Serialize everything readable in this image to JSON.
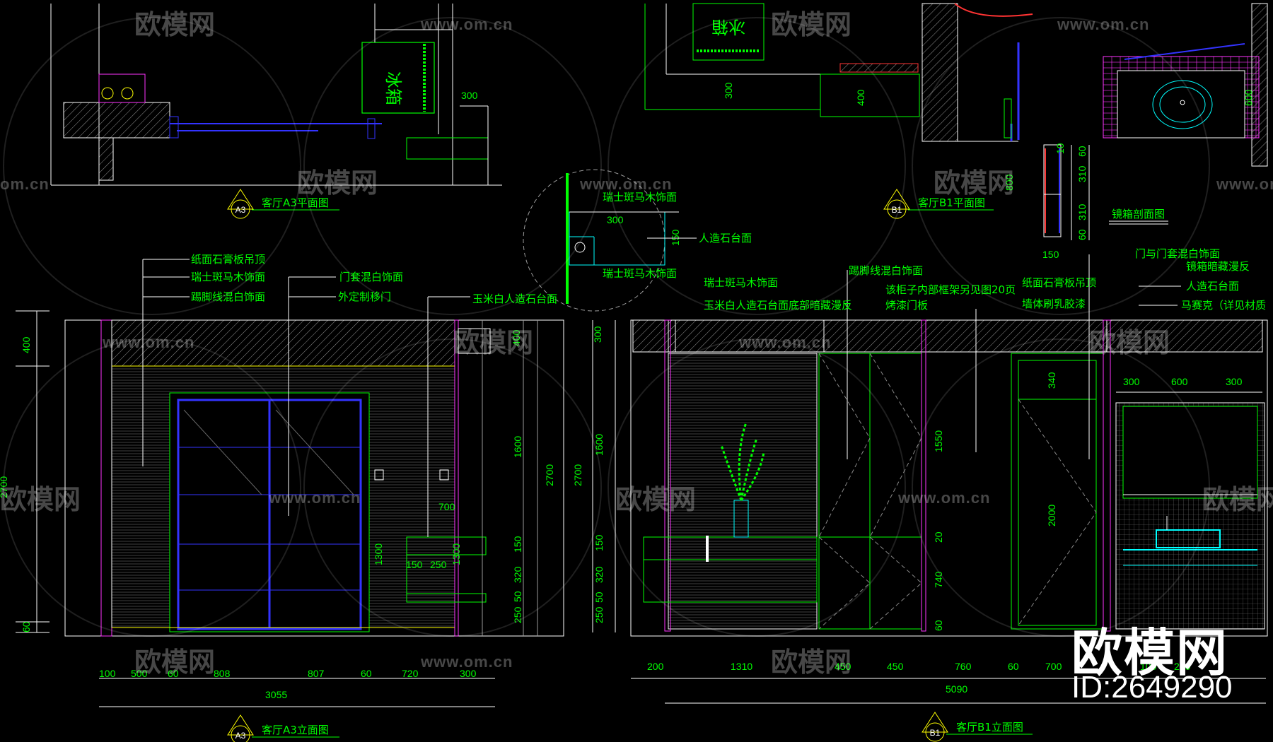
{
  "titles": {
    "a3_plan": "客厅A3平面图",
    "b1_plan": "客厅B1平面图",
    "a3_elev": "客厅A3立面图",
    "b1_elev": "客厅B1立面图",
    "mirror_section": "镜箱剖面图",
    "code_a3": "A3",
    "code_b1": "B1"
  },
  "labels": {
    "fridge": "冰箱",
    "fridge_mirror": "冰箱",
    "swiss_wood_1": "瑞士斑马木饰面",
    "stone_top": "人造石台面",
    "swiss_wood_2": "瑞士斑马木饰面",
    "a3_ceiling": "纸面石膏板吊顶",
    "a3_swiss": "瑞士斑马木饰面",
    "a3_skirting": "踢脚线混白饰面",
    "a3_door_frame": "门套混白饰面",
    "a3_sliding": "外定制移门",
    "a3_jade": "玉米白人造石台面",
    "b1_skirting": "踢脚线混白饰面",
    "b1_swiss": "瑞士斑马木饰面",
    "b1_jade": "玉米白人造石台面底部暗藏漫反",
    "b1_cabinet": "该柜子内部框架另见图20页",
    "b1_paint": "烤漆门板",
    "b1_ceiling": "纸面石膏板吊顶",
    "b1_wall": "墙体刷乳胶漆",
    "b1_door_frame": "门与门套混白饰面",
    "b1_mirror_light": "镜箱暗藏漫反",
    "b1_stone": "人造石台面",
    "b1_mosaic": "马赛克（详见材质"
  },
  "dims": {
    "p300": "300",
    "p300b": "300",
    "p400": "400",
    "p600": "600",
    "m800": "800",
    "m60a": "60",
    "m310a": "310",
    "m310b": "310",
    "m60b": "60",
    "m150": "150",
    "m10": "10",
    "d300": "300",
    "d150": "150",
    "a_400": "400",
    "a_2700": "2700",
    "a_60": "60",
    "a_1600": "1600",
    "a_2700b": "2700",
    "a_700": "700",
    "a_1300": "1300",
    "a_1300b": "1300",
    "a_150": "150",
    "a_250": "250",
    "a_150b": "150",
    "a_320": "320",
    "a_50": "50",
    "a_250b": "250",
    "a_400b": "400",
    "a_b100": "100",
    "a_b500": "500",
    "a_b60": "60",
    "a_b808": "808",
    "a_b807": "807",
    "a_b60b": "60",
    "a_b720": "720",
    "a_b300": "300",
    "a_total": "3055",
    "b_300": "300",
    "b_1600": "1600",
    "b_2700": "2700",
    "b_150": "150",
    "b_320": "320",
    "b_50": "50",
    "b_250": "250",
    "b_1550": "1550",
    "b_20": "20",
    "b_740": "740",
    "b_60": "60",
    "b_340": "340",
    "b_2000": "2000",
    "b_300a": "300",
    "b_600": "600",
    "b_300c": "300",
    "b_b200": "200",
    "b_b1310": "1310",
    "b_b450a": "450",
    "b_b450b": "450",
    "b_b760": "760",
    "b_b60": "60",
    "b_b700": "700",
    "b_b100": "100",
    "b_b200b": "200",
    "b_total": "5090"
  },
  "watermark": {
    "brand": "欧模网",
    "url": "www.om.cn",
    "url_short": "om.cn",
    "id": "ID:2649290"
  }
}
